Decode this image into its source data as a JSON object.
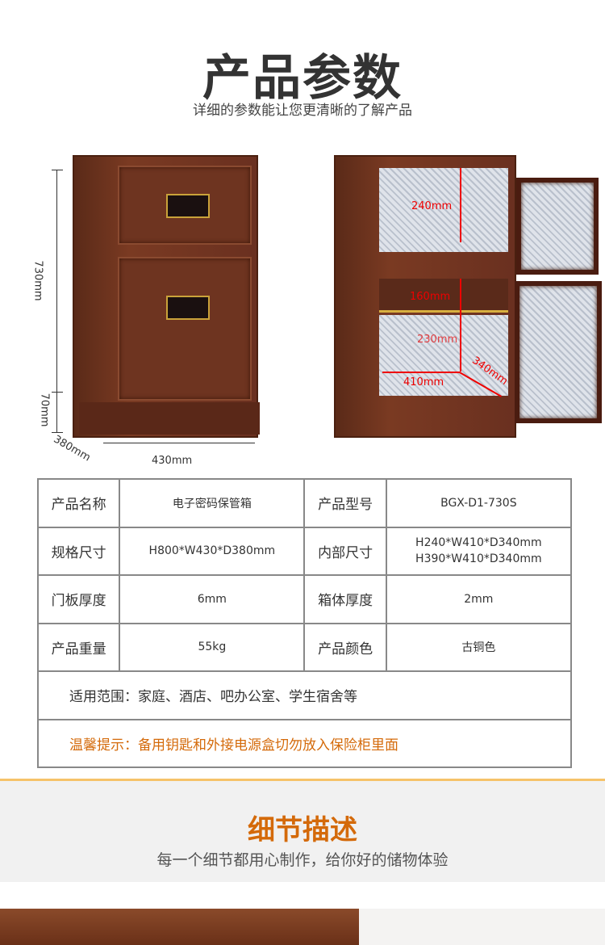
{
  "header": {
    "title": "产品参数",
    "subtitle": "详细的参数能让您更清晰的了解产品"
  },
  "left_image": {
    "height_body": "730mm",
    "height_base": "70mm",
    "depth": "380mm",
    "width": "430mm"
  },
  "right_image": {
    "upper_height": "240mm",
    "drawer_height": "160mm",
    "lower_height": "230mm",
    "inner_width": "410mm",
    "inner_depth": "340mm"
  },
  "specs": {
    "rows": [
      {
        "l1": "产品名称",
        "v1": "电子密码保管箱",
        "l2": "产品型号",
        "v2": "BGX-D1-730S"
      },
      {
        "l1": "规格尺寸",
        "v1": "H800*W430*D380mm",
        "l2": "内部尺寸",
        "v2a": "H240*W410*D340mm",
        "v2b": "H390*W410*D340mm"
      },
      {
        "l1": "门板厚度",
        "v1": "6mm",
        "l2": "箱体厚度",
        "v2": "2mm"
      },
      {
        "l1": "产品重量",
        "v1": "55kg",
        "l2": "产品颜色",
        "v2": "古铜色"
      }
    ],
    "usage": "适用范围：家庭、酒店、吧办公室、学生宿舍等",
    "warning": "温馨提示：备用钥匙和外接电源盒切勿放入保险柜里面"
  },
  "details": {
    "title": "细节描述",
    "subtitle": "每一个细节都用心制作，给你好的储物体验"
  },
  "colors": {
    "accent": "#d46a0a",
    "dimension_red": "#e00000"
  }
}
